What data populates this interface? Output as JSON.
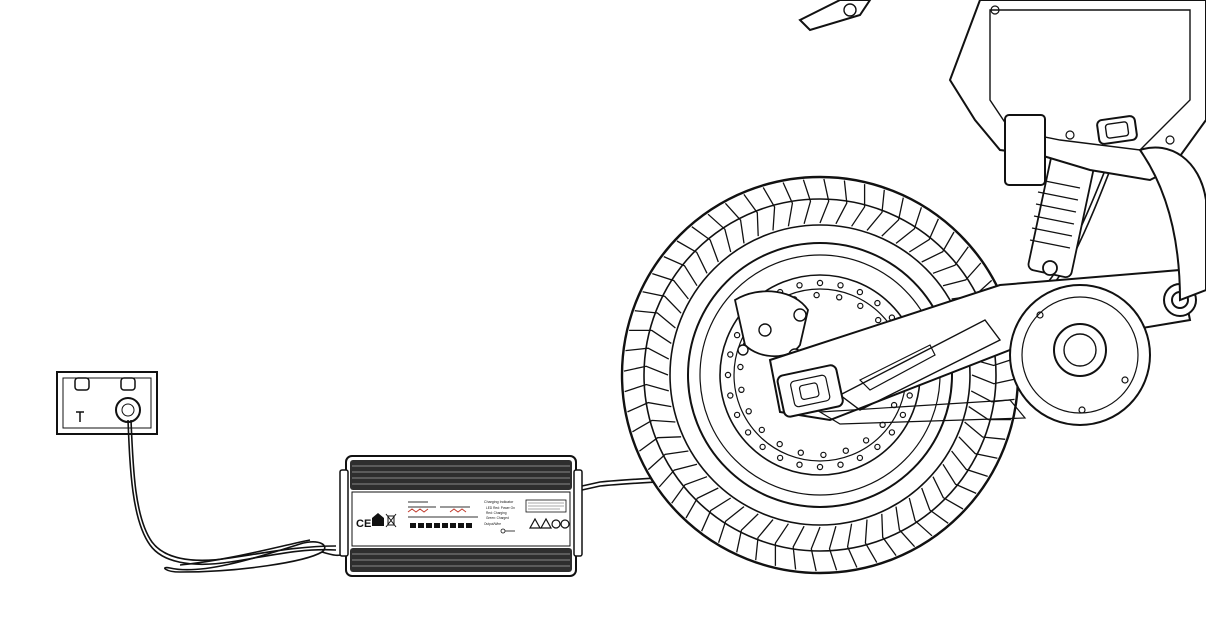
{
  "charger": {
    "marks": [
      "CE"
    ],
    "indicator": {
      "title": "Charging Indicator",
      "lines": [
        "LED Red: Power On",
        "Red: Charging",
        "Green: Charged",
        "Output/Wire"
      ]
    }
  },
  "colors": {
    "line": "#111111",
    "fill": "#ffffff",
    "charger_body": "#2e2e2e"
  },
  "icons": [
    "power-outlet-icon",
    "charger-icon",
    "ce-mark-icon",
    "warning-icon"
  ]
}
